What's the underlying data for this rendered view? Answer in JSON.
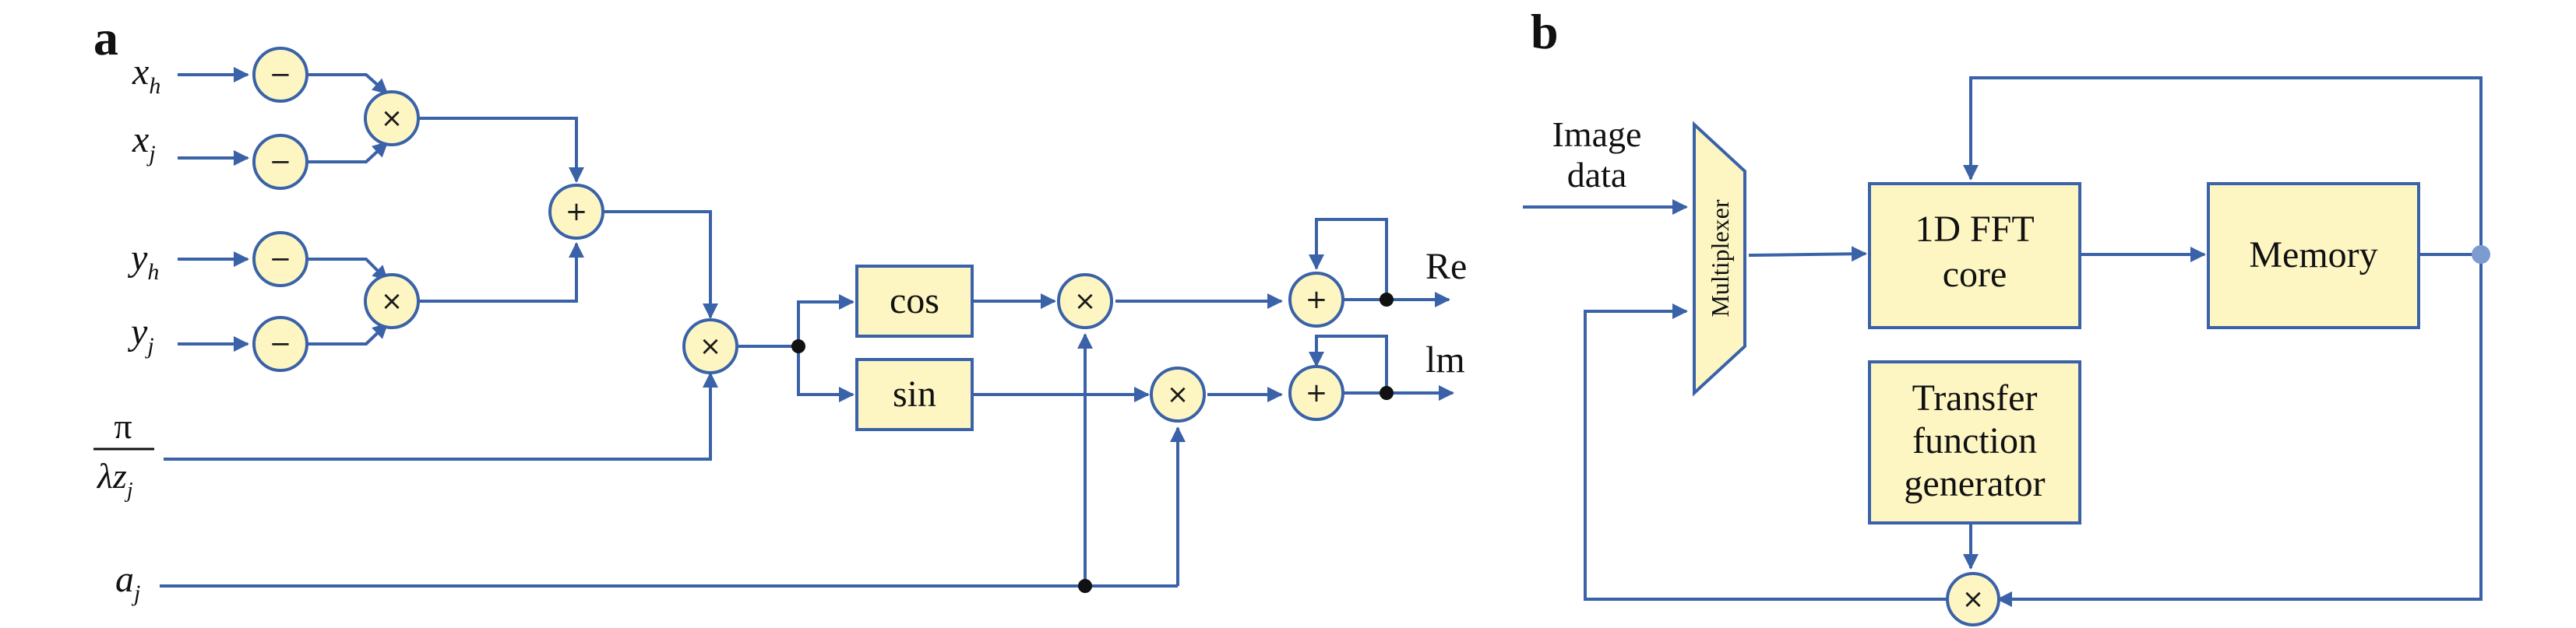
{
  "panels": {
    "a": "a",
    "b": "b"
  },
  "panel_a": {
    "inputs": {
      "x_h": {
        "base": "x",
        "sub": "h"
      },
      "x_j": {
        "base": "x",
        "sub": "j"
      },
      "y_h": {
        "base": "y",
        "sub": "h"
      },
      "y_j": {
        "base": "y",
        "sub": "j"
      },
      "pi_frac": {
        "num": "π",
        "den_base": "λz",
        "den_sub": "j"
      },
      "a_j": {
        "base": "a",
        "sub": "j"
      }
    },
    "operators": {
      "minus": "−",
      "times": "×",
      "plus": "+"
    },
    "blocks": {
      "cos": "cos",
      "sin": "sin"
    },
    "outputs": {
      "re": "Re",
      "im": "lm"
    }
  },
  "panel_b": {
    "input_label": {
      "line1": "Image",
      "line2": "data"
    },
    "multiplexer": "Multiplexer",
    "fft_core": {
      "line1": "1D FFT",
      "line2": "core"
    },
    "memory": "Memory",
    "transfer": {
      "line1": "Transfer",
      "line2": "function",
      "line3": "generator"
    },
    "multiply": "×"
  },
  "colors": {
    "wire": "#3a62a8",
    "fill": "#fdf6c3"
  }
}
